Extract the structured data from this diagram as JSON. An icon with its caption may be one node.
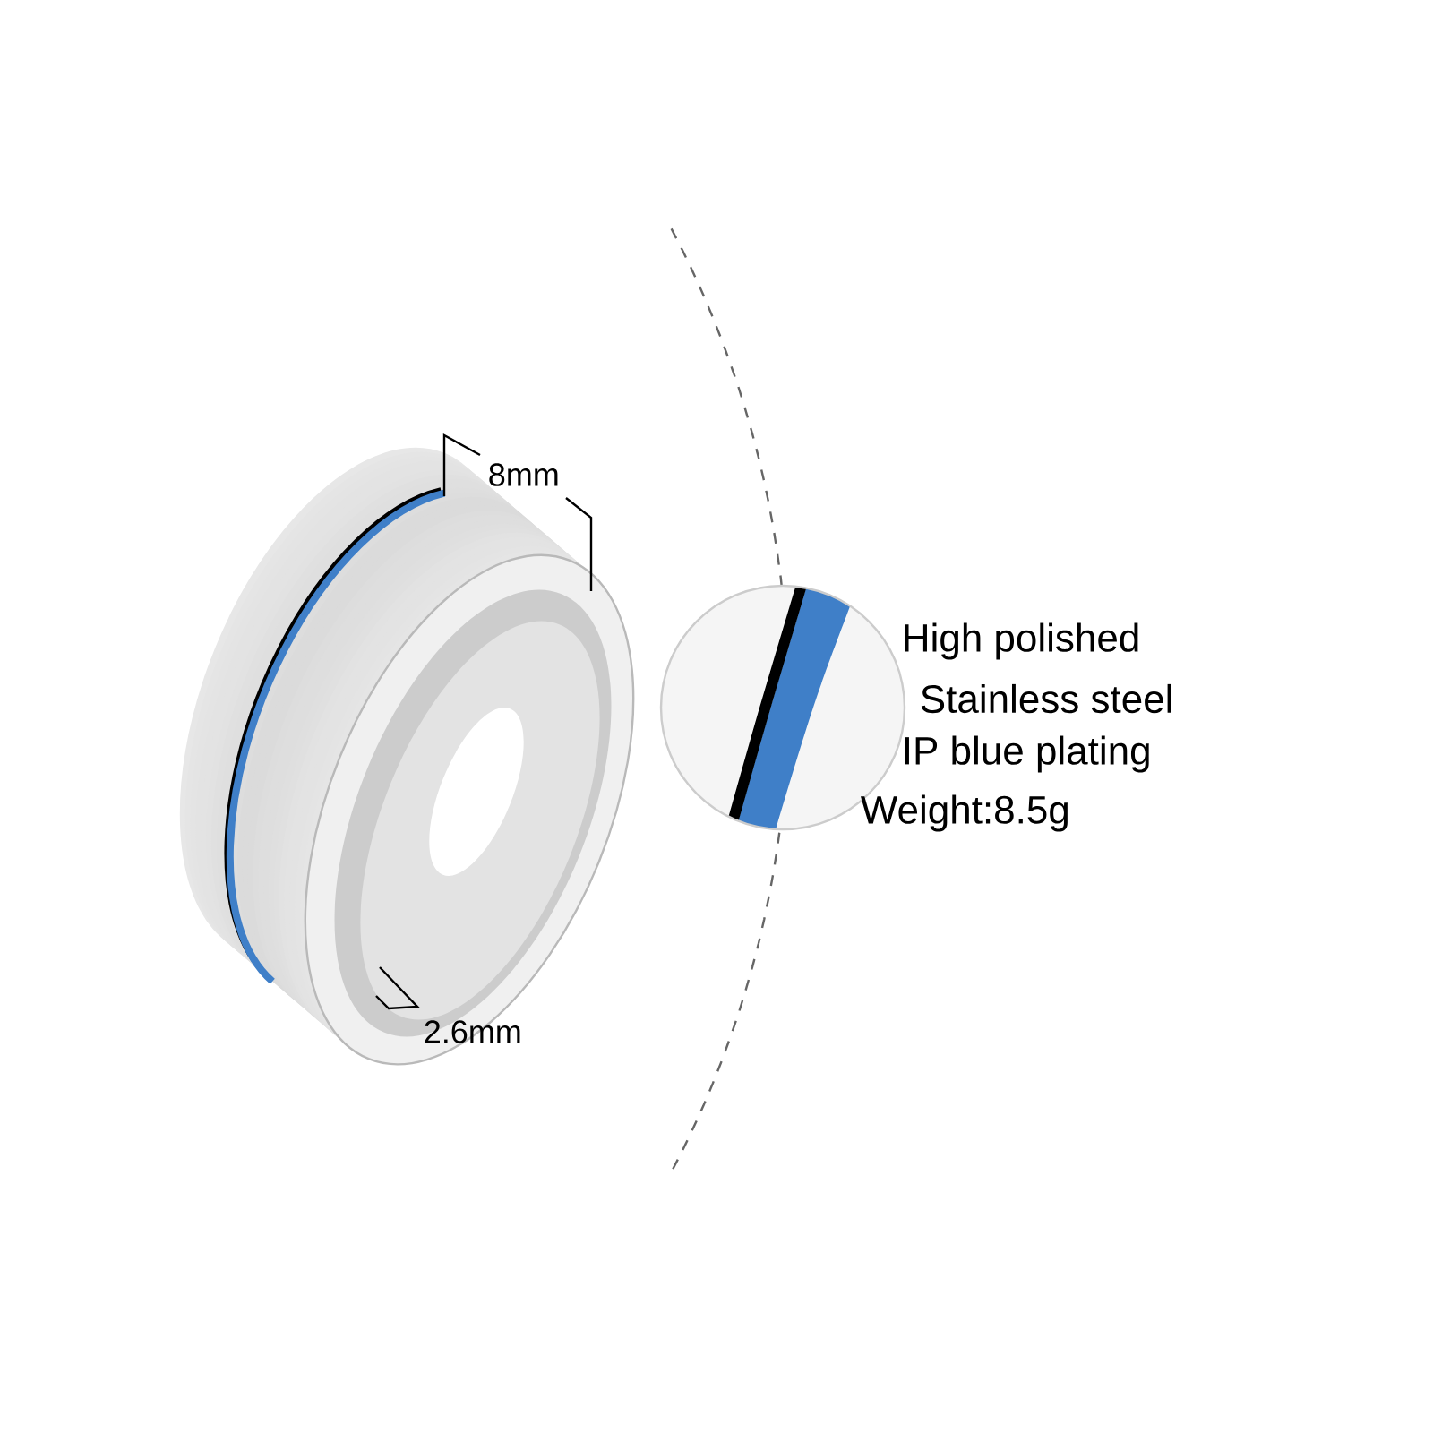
{
  "diagram": {
    "labels": [
      "8mm",
      "2.6mm",
      "High polished",
      "Stainless steel",
      "IP blue plating",
      "Weight:8.5g"
    ]
  }
}
